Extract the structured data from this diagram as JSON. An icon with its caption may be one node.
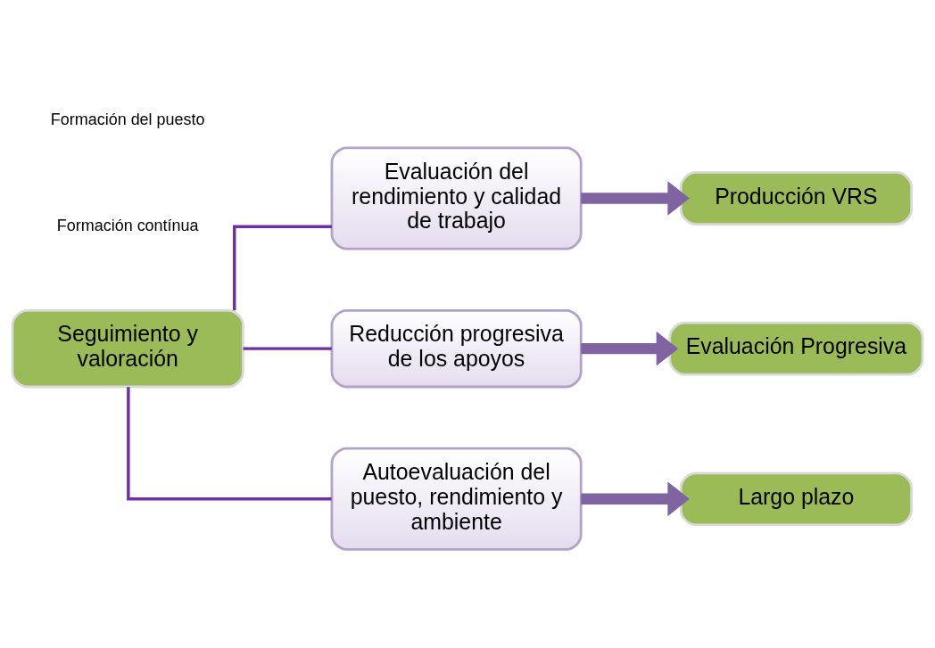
{
  "diagram": {
    "nodes": [
      {
        "text": [
          "Seguimiento y valoración"
        ]
      },
      {
        "text": [
          "Evaluación del rendimiento y calidad de trabajo"
        ]
      },
      {
        "text": [
          "Producción VRS"
        ]
      },
      {
        "text": [
          "Reducción progresiva de los apoyos"
        ]
      },
      {
        "text": [
          "Evaluación Progresiva"
        ]
      },
      {
        "text": [
          "Autoevaluación del puesto, rendimiento y ambiente"
        ]
      },
      {
        "text": [
          "Largo plazo"
        ]
      }
    ],
    "edges": [
      {
        "from": 0,
        "to": 1,
        "arrow": "none",
        "color": "#7030a0"
      },
      {
        "from": 0,
        "to": 3,
        "arrow": "none",
        "color": "#7030a0"
      },
      {
        "from": 0,
        "to": 5,
        "arrow": "none",
        "color": "#7030a0"
      },
      {
        "from": 1,
        "to": 2,
        "arrow": "to",
        "style": "thick"
      },
      {
        "from": 3,
        "to": 4,
        "arrow": "to",
        "style": "thick"
      },
      {
        "from": 5,
        "to": 6,
        "arrow": "to",
        "style": "thick"
      }
    ],
    "labels": [
      "Formación del puesto",
      "Formación contínua"
    ]
  }
}
